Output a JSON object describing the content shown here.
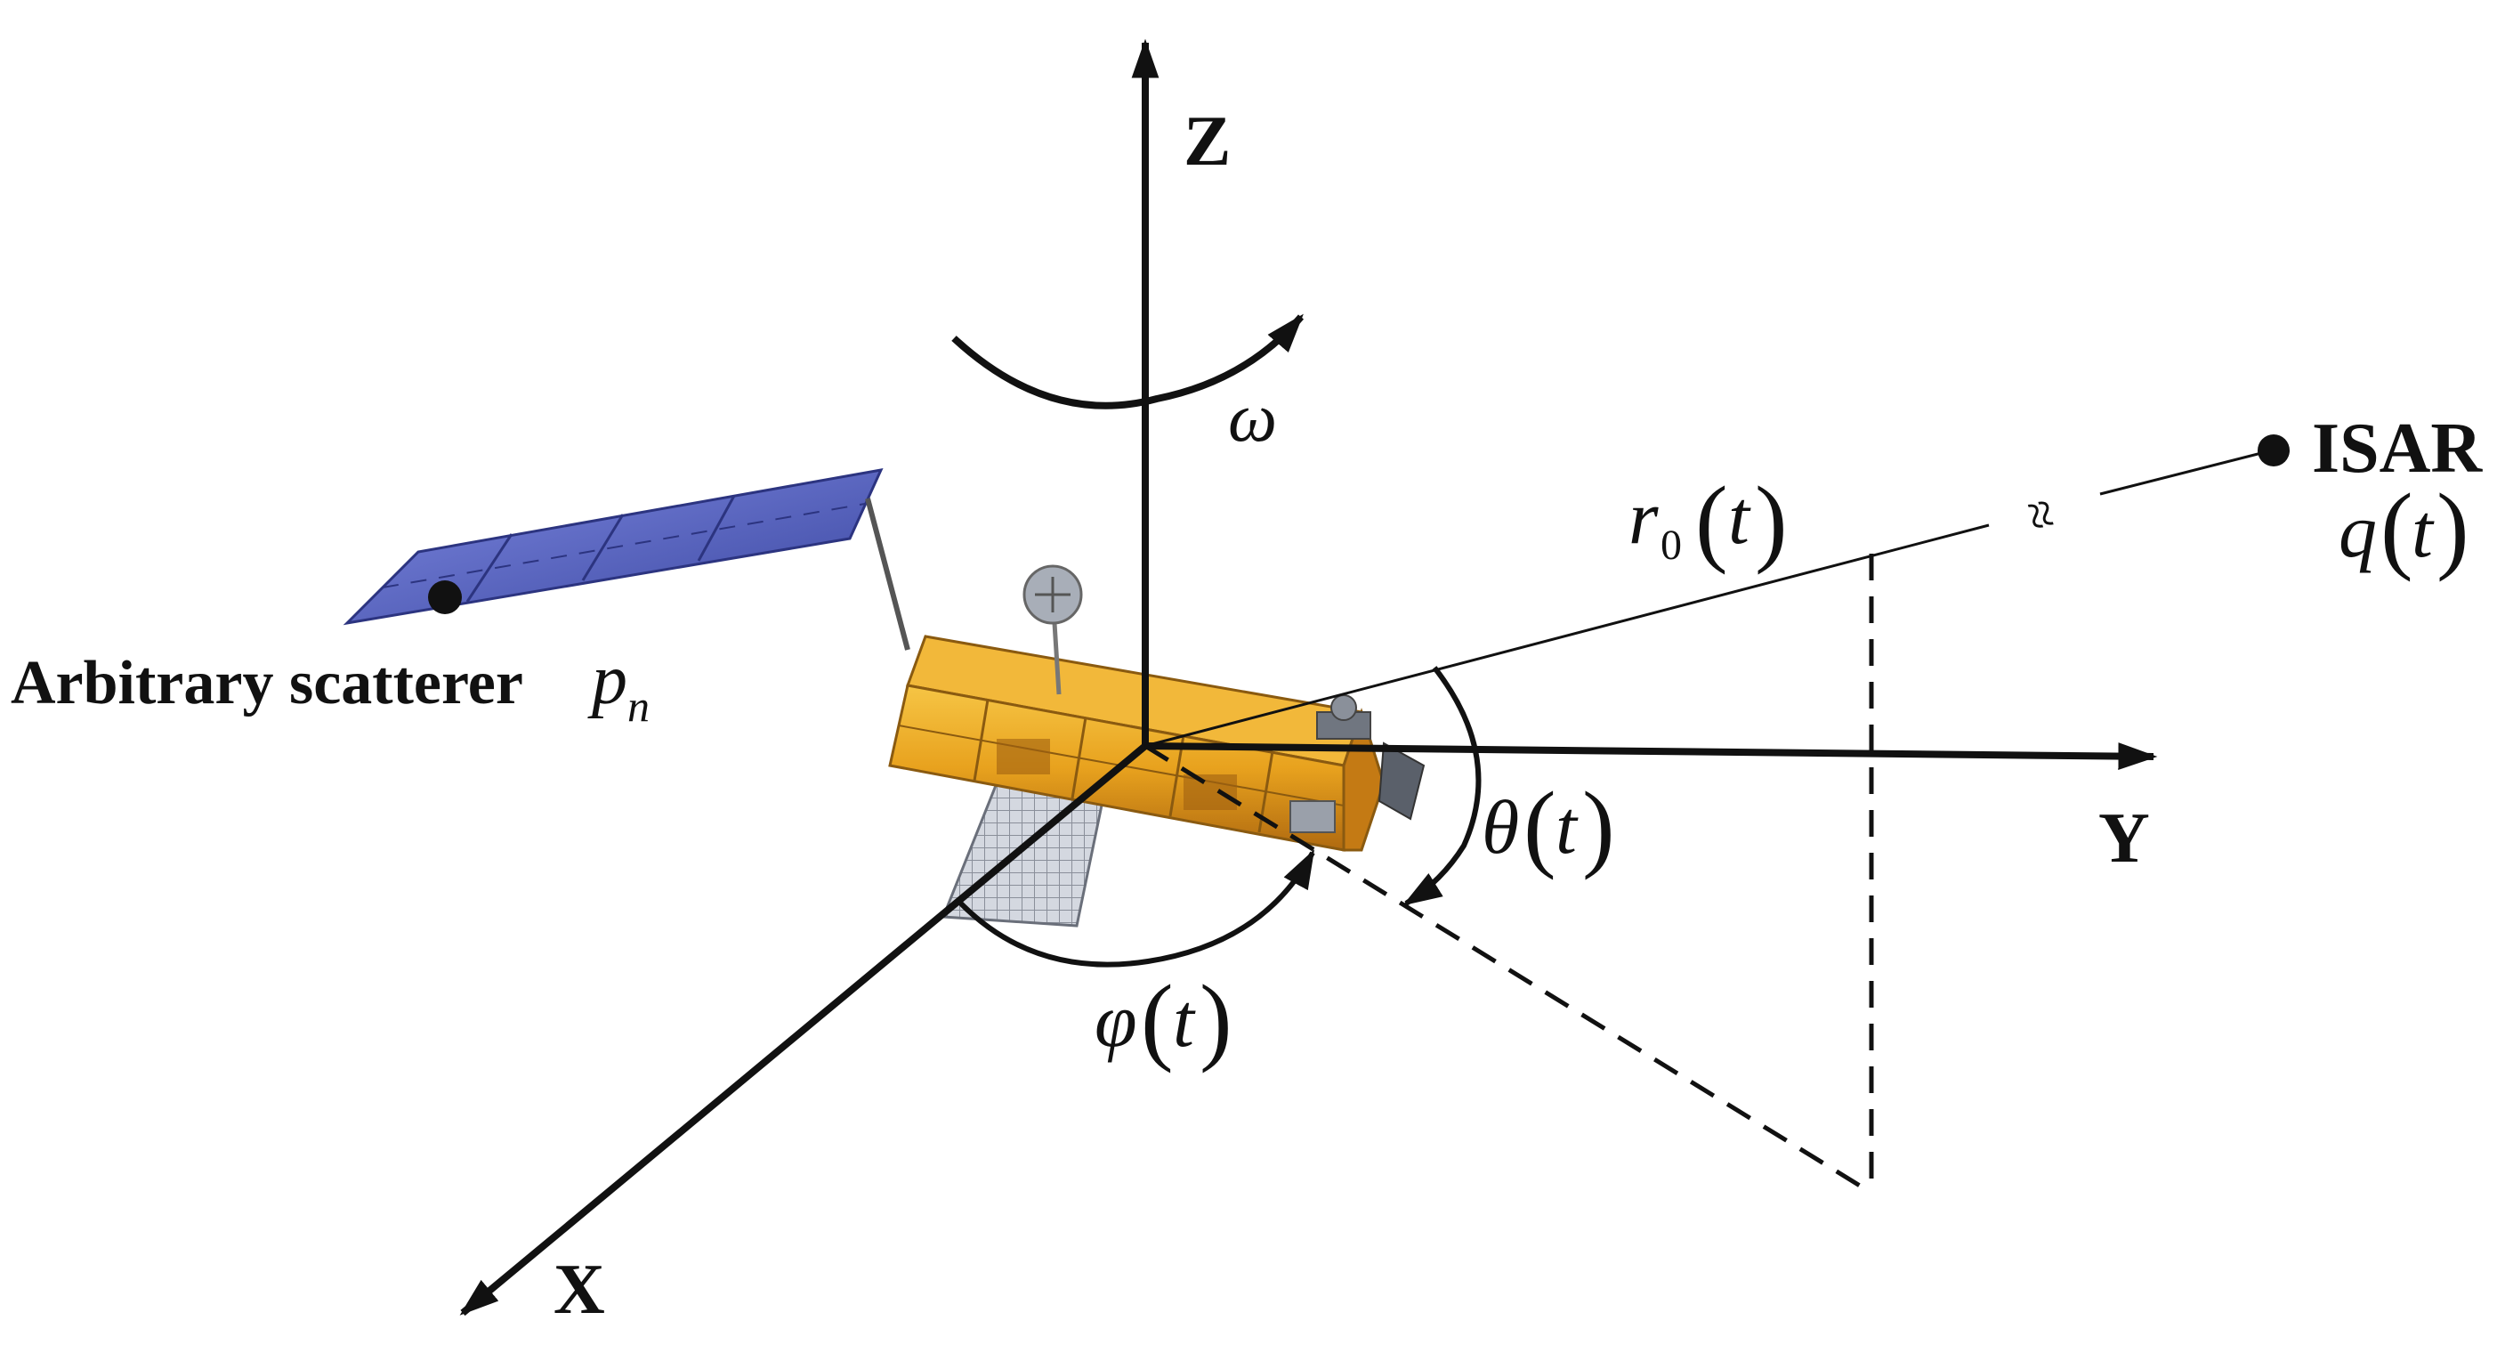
{
  "axes": {
    "z_label": "Z",
    "y_label": "Y",
    "x_label": "X"
  },
  "rotation": {
    "omega": "ω"
  },
  "scatterer": {
    "label": "Arbitrary scatterer",
    "symbol": "p",
    "subscript": "n"
  },
  "radar": {
    "label": "ISAR",
    "position_fn": "q",
    "position_arg": "t",
    "distance_fn": "r",
    "distance_subscript": "0",
    "distance_arg": "t",
    "break_symbol": "≈"
  },
  "angles": {
    "elevation_symbol": "θ",
    "elevation_arg": "t",
    "azimuth_symbol": "φ",
    "azimuth_arg": "t"
  },
  "colors": {
    "line": "#111111",
    "satellite_body": "#e8a21e",
    "satellite_body_dark": "#b06a10",
    "solar_panel": "#5a66c8",
    "solar_panel_dark": "#3a46a0",
    "silver_panel": "#c8ccd4"
  }
}
